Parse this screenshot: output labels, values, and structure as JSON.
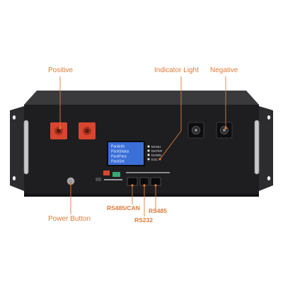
{
  "callouts": {
    "positive": "Positive",
    "indicator_light": "Indicator Light",
    "negative": "Negative",
    "power_button": "Power Button",
    "rs485_can": "RS485/CAN",
    "rs232": "RS232",
    "rs485": "RS485"
  },
  "lcd_menu": [
    "Packinfo",
    "PackStatus",
    "PackPara",
    "PackSet"
  ],
  "buttons": [
    "MANU",
    "ENTER",
    "DOWN",
    "ESC"
  ],
  "colors": {
    "callout": "#e07b39",
    "chassis": "#2b2b2d",
    "panel": "#1c1c1e",
    "terminal_positive": "#d9452f",
    "lcd": "#3b6fd8"
  }
}
